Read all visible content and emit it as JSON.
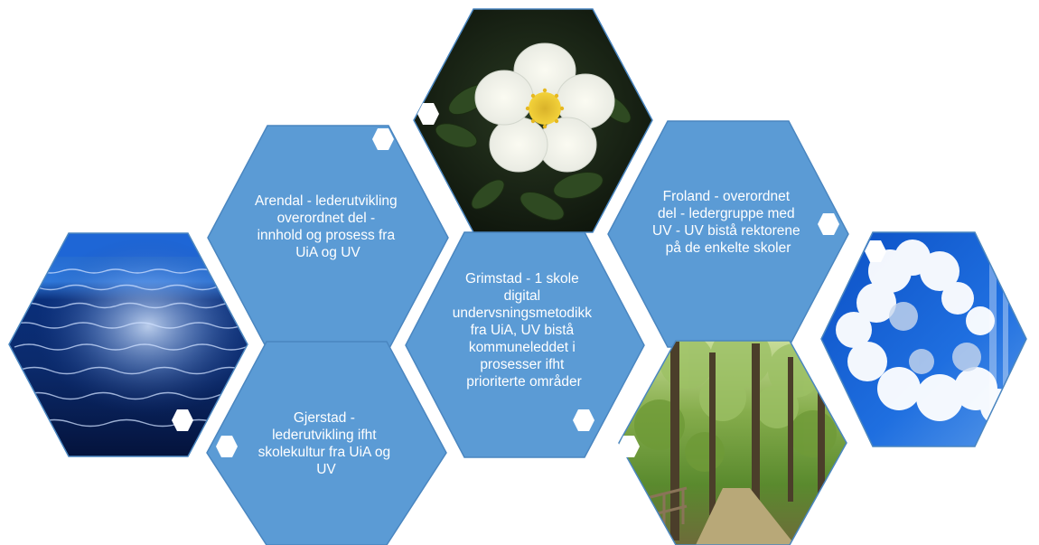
{
  "diagram": {
    "colors": {
      "hex_fill": "#5b9bd5",
      "hex_stroke": "#4a86c0",
      "text": "#ffffff",
      "small_hex_fill": "#ffffff",
      "background": "#ffffff"
    },
    "text_hexagons": [
      {
        "id": "arendal",
        "lines": [
          "Arendal - lederutvikling",
          "overordnet del -",
          "innhold og prosess fra",
          "UiA og UV"
        ]
      },
      {
        "id": "grimstad",
        "lines": [
          "Grimstad - 1 skole",
          "digital",
          "undervsningsmetodikk",
          "fra UiA, UV bistå",
          "kommuneleddet  i",
          "prosesser ifht",
          "prioriterte områder"
        ]
      },
      {
        "id": "froland",
        "lines": [
          "Froland - overordnet",
          "del - ledergruppe med",
          "UV - UV bistå rektorene",
          "på de enkelte skoler"
        ]
      },
      {
        "id": "gjerstad",
        "lines": [
          "Gjerstad -",
          "lederutvikling ifht",
          "skolekultur fra UiA og",
          "UV"
        ]
      }
    ],
    "picture_hexagons": [
      {
        "id": "ocean",
        "icon": "ocean-photo"
      },
      {
        "id": "flower",
        "icon": "white-rose-photo"
      },
      {
        "id": "forest",
        "icon": "forest-path-photo"
      },
      {
        "id": "sky",
        "icon": "cloudy-sky-photo"
      }
    ]
  }
}
